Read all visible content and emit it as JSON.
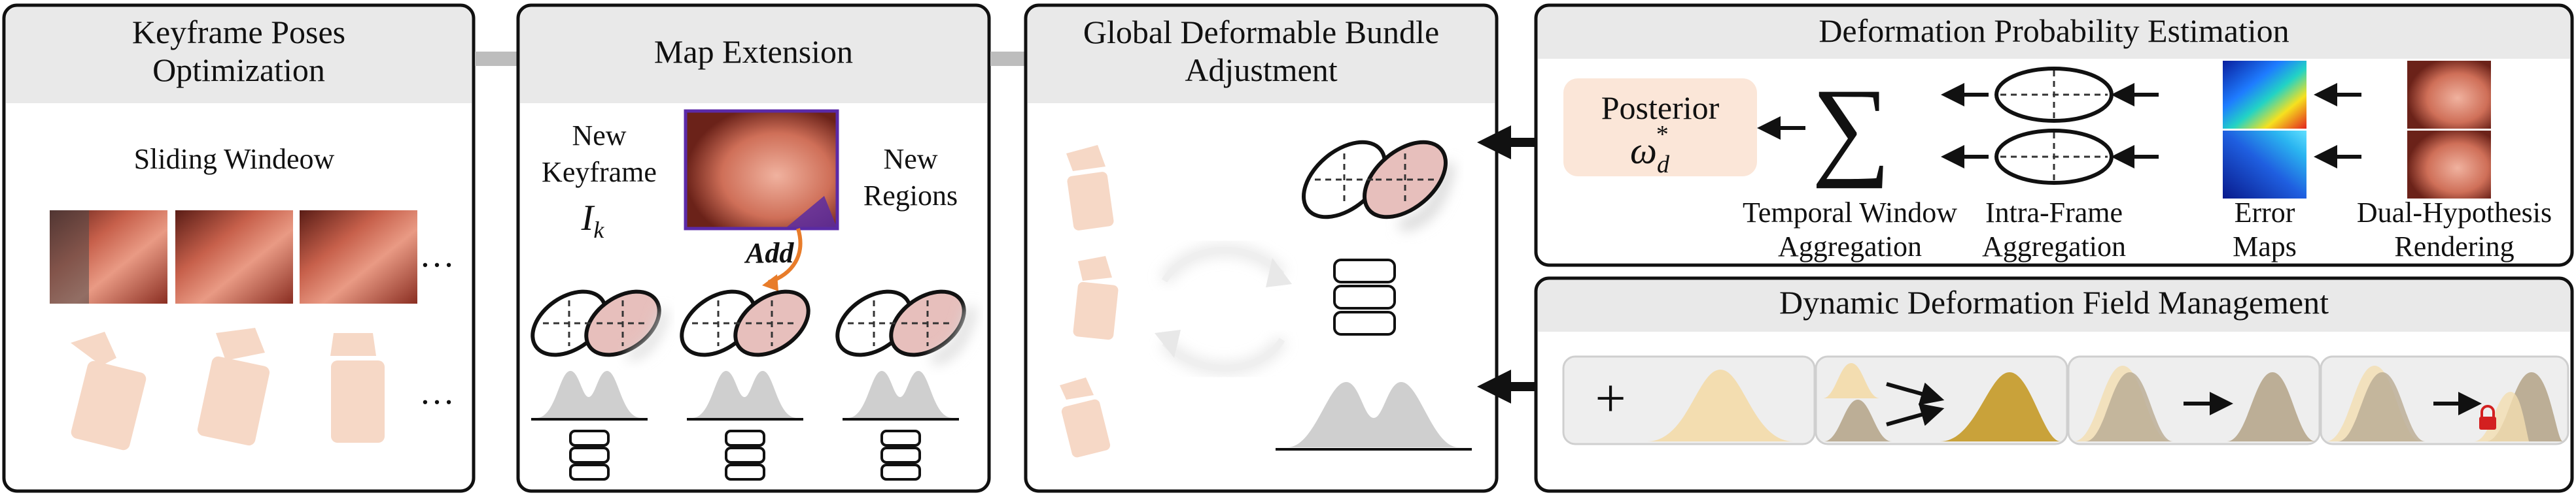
{
  "panels": {
    "keyframe": {
      "title_line1": "Keyframe Poses",
      "title_line2": "Optimization",
      "sliding_window_label": "Sliding Windeow",
      "ellipsis": "…"
    },
    "map_extension": {
      "title": "Map Extension",
      "new_keyframe_line1": "New",
      "new_keyframe_line2": "Keyframe",
      "new_keyframe_symbol": "I",
      "new_keyframe_subscript": "k",
      "new_regions_line1": "New",
      "new_regions_line2": "Regions",
      "add_label": "Add"
    },
    "gdba": {
      "title_line1": "Global Deformable Bundle",
      "title_line2": "Adjustment"
    },
    "dpe": {
      "title": "Deformation Probability Estimation",
      "posterior_label": "Posterior",
      "posterior_symbol": "ω",
      "posterior_sub": "d",
      "posterior_sup": "*",
      "sum_symbol": "∑",
      "temporal_line1": "Temporal Window",
      "temporal_line2": "Aggregation",
      "intra_line1": "Intra-Frame",
      "intra_line2": "Aggregation",
      "error_line1": "Error",
      "error_line2": "Maps",
      "dual_line1": "Dual-Hypothesis",
      "dual_line2": "Rendering"
    },
    "ddfm": {
      "title": "Dynamic Deformation Field Management",
      "plus_symbol": "+"
    }
  },
  "colors": {
    "panel_header_band": "#e9e9e9",
    "pose_fill": "#f6d8c6",
    "ellipse_pink": "#e7bfbc",
    "gaussian_gray": "#cfcfcf",
    "gaussian_cream": "#f3ddb0",
    "gaussian_gold": "#c9a23a",
    "gaussian_taupe": "#bcae96",
    "posterior_box": "#fbe6d8",
    "lock_red": "#d32020"
  },
  "icons": [
    "endoscopic-image",
    "error-map-image",
    "ellipse-gaussian-icon",
    "gaussian-curve-icon",
    "stack-icon",
    "camera-pose-icon",
    "cycle-arrows-icon",
    "lock-icon"
  ]
}
